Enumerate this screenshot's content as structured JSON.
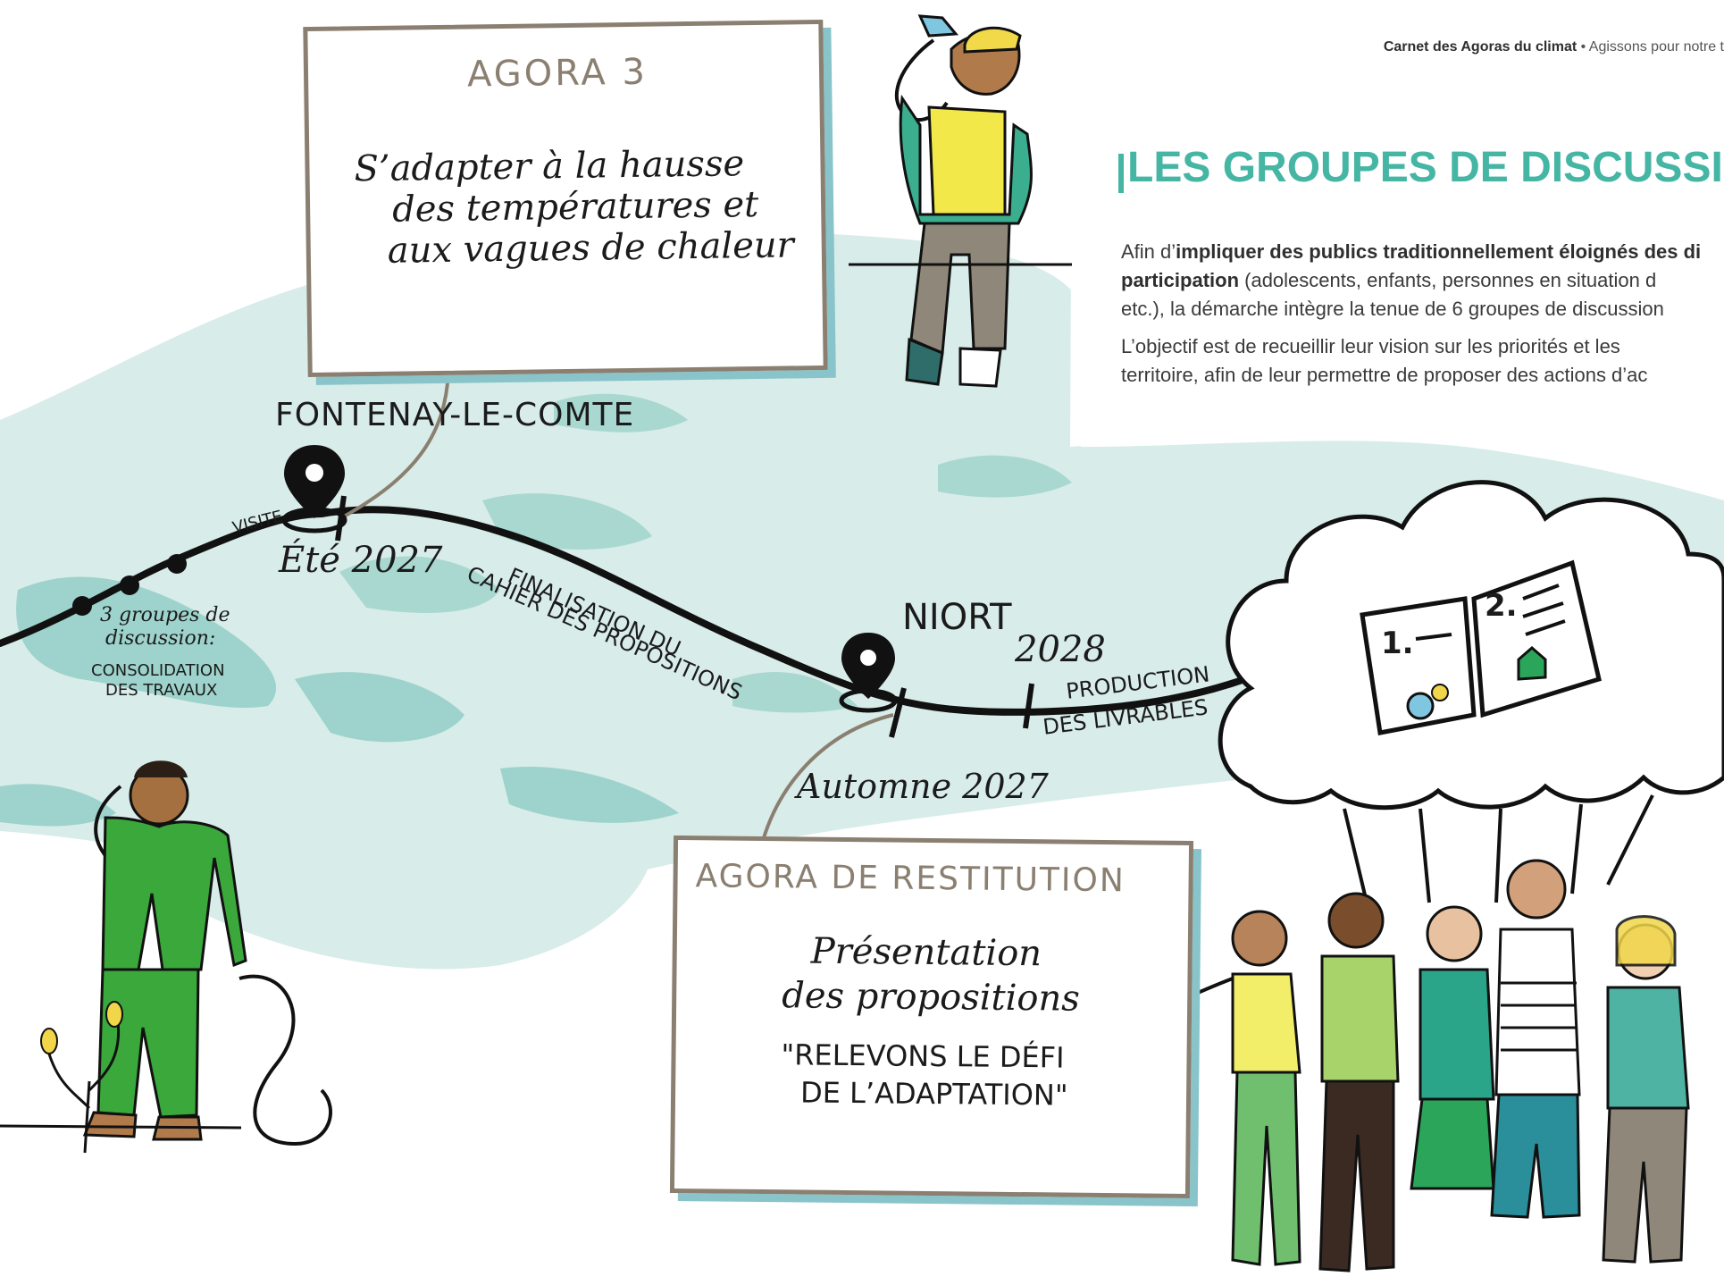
{
  "header": {
    "publication": "Carnet des Agoras du climat",
    "separator": " • ",
    "subtitle": "Agissons pour notre t"
  },
  "section": {
    "title": "LES GROUPES DE DISCUSSION",
    "para1": {
      "line1_a": "Afin d’",
      "line1_b": "impliquer des publics traditionnellement éloignés des di",
      "line2_a": "participation",
      "line2_b": " (adolescents, enfants, personnes en situation d",
      "line3": "etc.), la démarche intègre la tenue de 6 groupes de discussion"
    },
    "para2": {
      "line1": "L’objectif est de recueillir leur vision sur les priorités et les",
      "line2": "territoire, afin de leur permettre de proposer des actions d’ac"
    }
  },
  "agora3": {
    "title": "AGORA 3",
    "line1": "S’adapter à la hausse",
    "line2": "des températures et",
    "line3": "aux vagues de chaleur"
  },
  "restitution": {
    "title": "AGORA DE RESTITUTION",
    "line1": "Présentation",
    "line2": "des propositions",
    "quote1": "\"RELEVONS LE DÉFI",
    "quote2": "DE L’ADAPTATION\""
  },
  "timeline": {
    "fontenay": "FONTENAY-LE-COMTE",
    "visite": "VISITE",
    "ete": "Été 2027",
    "groupes1": "3 groupes de",
    "groupes2": "discussion:",
    "groupes3": "CONSOLIDATION",
    "groupes4": "DES TRAVAUX",
    "final1": "FINALISATION DU",
    "final2": "CAHIER DES PROPOSITIONS",
    "niort": "NIORT",
    "y2028": "2028",
    "automne": "Automne 2027",
    "prod1": "PRODUCTION",
    "prod2": "DES LIVRABLES"
  },
  "book": {
    "page1": "1.",
    "page2": "2."
  },
  "colors": {
    "accent": "#45b5a4",
    "map": "#cfe8e4",
    "map_dark": "#8fcfc7",
    "box_border": "#8a7f70",
    "box_shadow": "#88c4c9",
    "path": "#111111"
  }
}
